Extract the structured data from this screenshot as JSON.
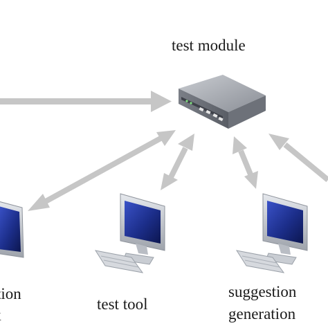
{
  "labels": {
    "module": "test module",
    "left_line1": "stion",
    "left_line2": "k",
    "tool": "test tool",
    "suggestion_line1": "suggestion",
    "suggestion_line2": "generation"
  },
  "colors": {
    "arrow": "#c6c6c6",
    "text": "#1a1a1a",
    "screen": "#1c2e8a",
    "monitor_frame": "#c8ccd2",
    "device_body": "#8e9198"
  },
  "icons": {
    "module": "network-switch-icon",
    "workstations": "desktop-computer-icon"
  }
}
